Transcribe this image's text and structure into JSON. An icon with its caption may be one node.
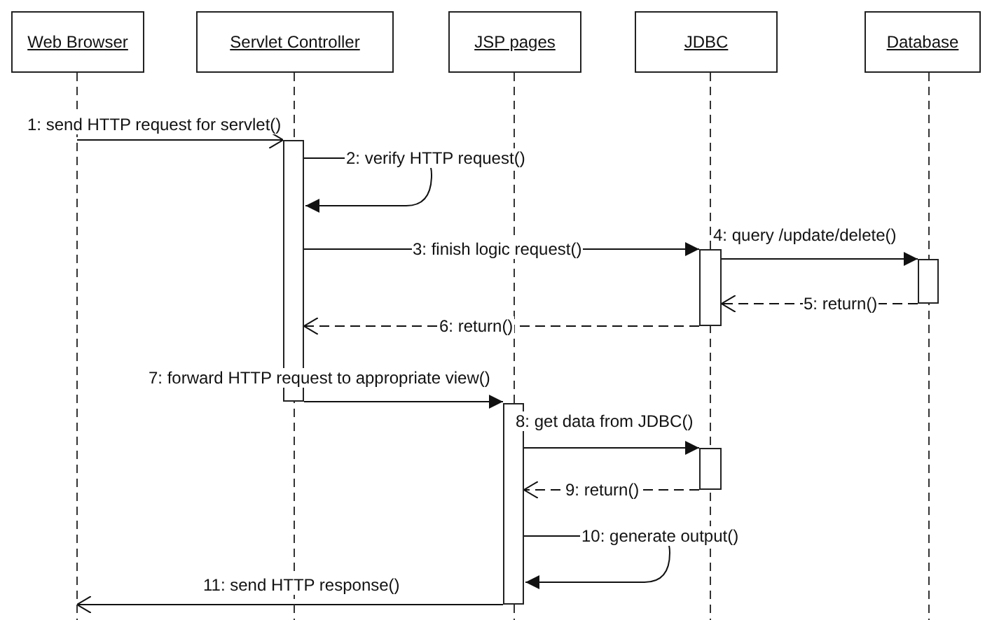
{
  "diagram": {
    "nodes": [
      {
        "text": [
          "Web Browser"
        ]
      },
      {
        "text": [
          "Servlet Controller"
        ]
      },
      {
        "text": [
          "JSP pages"
        ]
      },
      {
        "text": [
          "JDBC"
        ]
      },
      {
        "text": [
          "Database"
        ]
      },
      {
        "text": [],
        "shape": "bar",
        "in": 1
      },
      {
        "text": [],
        "shape": "bar",
        "in": 3
      },
      {
        "text": [],
        "shape": "bar",
        "in": 4
      },
      {
        "text": [],
        "shape": "bar",
        "in": 2
      },
      {
        "text": [],
        "shape": "bar",
        "in": 3
      }
    ],
    "edges": [
      {
        "from": 0,
        "to": 5,
        "arrow": "to",
        "label": "1: send HTTP request for servlet()"
      },
      {
        "from": 5,
        "to": 5,
        "arrow": "to",
        "label": "2: verify HTTP request()"
      },
      {
        "from": 5,
        "to": 6,
        "arrow": "to",
        "label": "3: finish logic request()"
      },
      {
        "from": 6,
        "to": 7,
        "arrow": "to",
        "label": "4: query /update/delete()"
      },
      {
        "from": 7,
        "to": 6,
        "arrow": "to",
        "label": "5: return()",
        "style": "dashed"
      },
      {
        "from": 6,
        "to": 5,
        "arrow": "to",
        "label": "6: return()",
        "style": "dashed"
      },
      {
        "from": 5,
        "to": 8,
        "arrow": "to",
        "label": "7: forward HTTP request to appropriate view()"
      },
      {
        "from": 8,
        "to": 9,
        "arrow": "to",
        "label": "8: get data from JDBC()"
      },
      {
        "from": 9,
        "to": 8,
        "arrow": "to",
        "label": "9: return()",
        "style": "dashed"
      },
      {
        "from": 8,
        "to": 8,
        "arrow": "to",
        "label": "10: generate output()"
      },
      {
        "from": 8,
        "to": 0,
        "arrow": "to",
        "label": "11: send HTTP response()"
      }
    ]
  }
}
